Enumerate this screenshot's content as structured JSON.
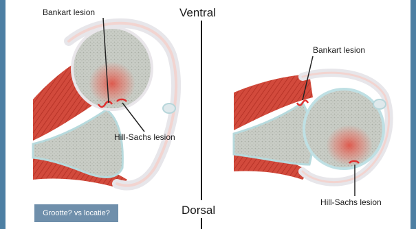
{
  "labels": {
    "ventral": "Ventral",
    "dorsal": "Dorsal",
    "left_bankart": "Bankart lesion",
    "left_hill_sachs": "Hill-Sachs lesion",
    "right_bankart": "Bankart lesion",
    "right_hill_sachs": "Hill-Sachs lesion"
  },
  "note": "Grootte? vs locatie?",
  "colors": {
    "muscle": "#d24a3c",
    "bone": "#c7ccc5",
    "cartilage": "#bfe0e4",
    "capsule": "#eeeef0",
    "lesion": "#e03030",
    "frame": "#4d7fa3",
    "note_bg": "#6f8fab"
  }
}
